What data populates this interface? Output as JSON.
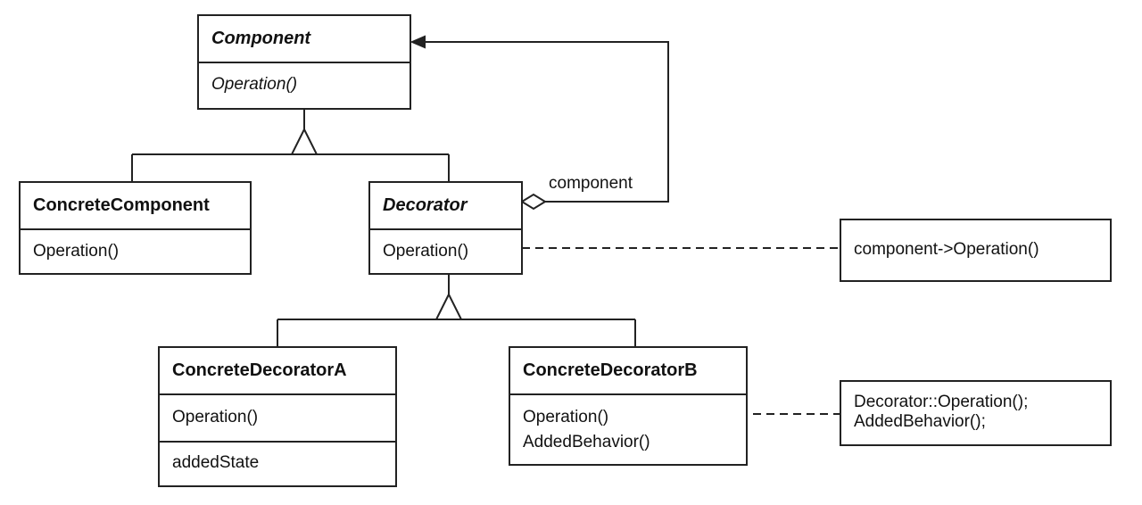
{
  "classes": {
    "component": {
      "name": "Component",
      "operation": "Operation()"
    },
    "concrete_component": {
      "name": "ConcreteComponent",
      "operation": "Operation()"
    },
    "decorator": {
      "name": "Decorator",
      "operation": "Operation()"
    },
    "concrete_decorator_a": {
      "name": "ConcreteDecoratorA",
      "operation": "Operation()",
      "attribute": "addedState"
    },
    "concrete_decorator_b": {
      "name": "ConcreteDecoratorB",
      "operation": "Operation()",
      "behavior": "AddedBehavior()"
    }
  },
  "association": {
    "label": "component"
  },
  "notes": {
    "decorator_note": {
      "lines": [
        "component->Operation()"
      ]
    },
    "decorator_b_note": {
      "lines": [
        "Decorator::Operation();",
        "AddedBehavior();"
      ]
    }
  }
}
